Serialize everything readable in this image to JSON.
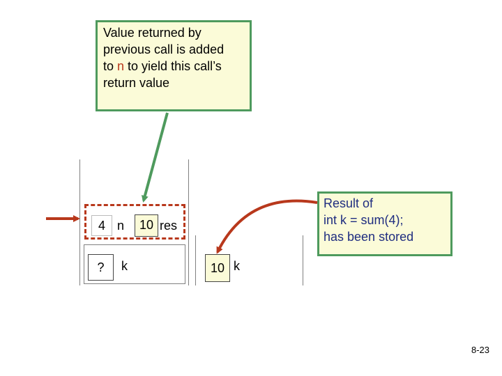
{
  "top_note": {
    "line1": "Value returned by",
    "line2": "previous call is added",
    "line3_prefix": "to ",
    "line3_var": "n",
    "line3_suffix": " to yield this call’s",
    "line4": "return value"
  },
  "right_note": {
    "line1": "Result of",
    "line2": "int k = sum(4);",
    "line3": "has been stored"
  },
  "frames": {
    "current": {
      "n_value": "4",
      "n_label": "n",
      "res_value": "10",
      "res_label": "res"
    },
    "caller": {
      "k_value": "?",
      "k_label": "k"
    },
    "result": {
      "k_value": "10",
      "k_label": "k"
    }
  },
  "page_number": "8-23",
  "colors": {
    "note_border": "#4e9a5d",
    "note_fill": "#fbfbd8",
    "arrow_green": "#4e9a5d",
    "arrow_red": "#b8381c",
    "highlight_fill": "#fbfbd8"
  }
}
